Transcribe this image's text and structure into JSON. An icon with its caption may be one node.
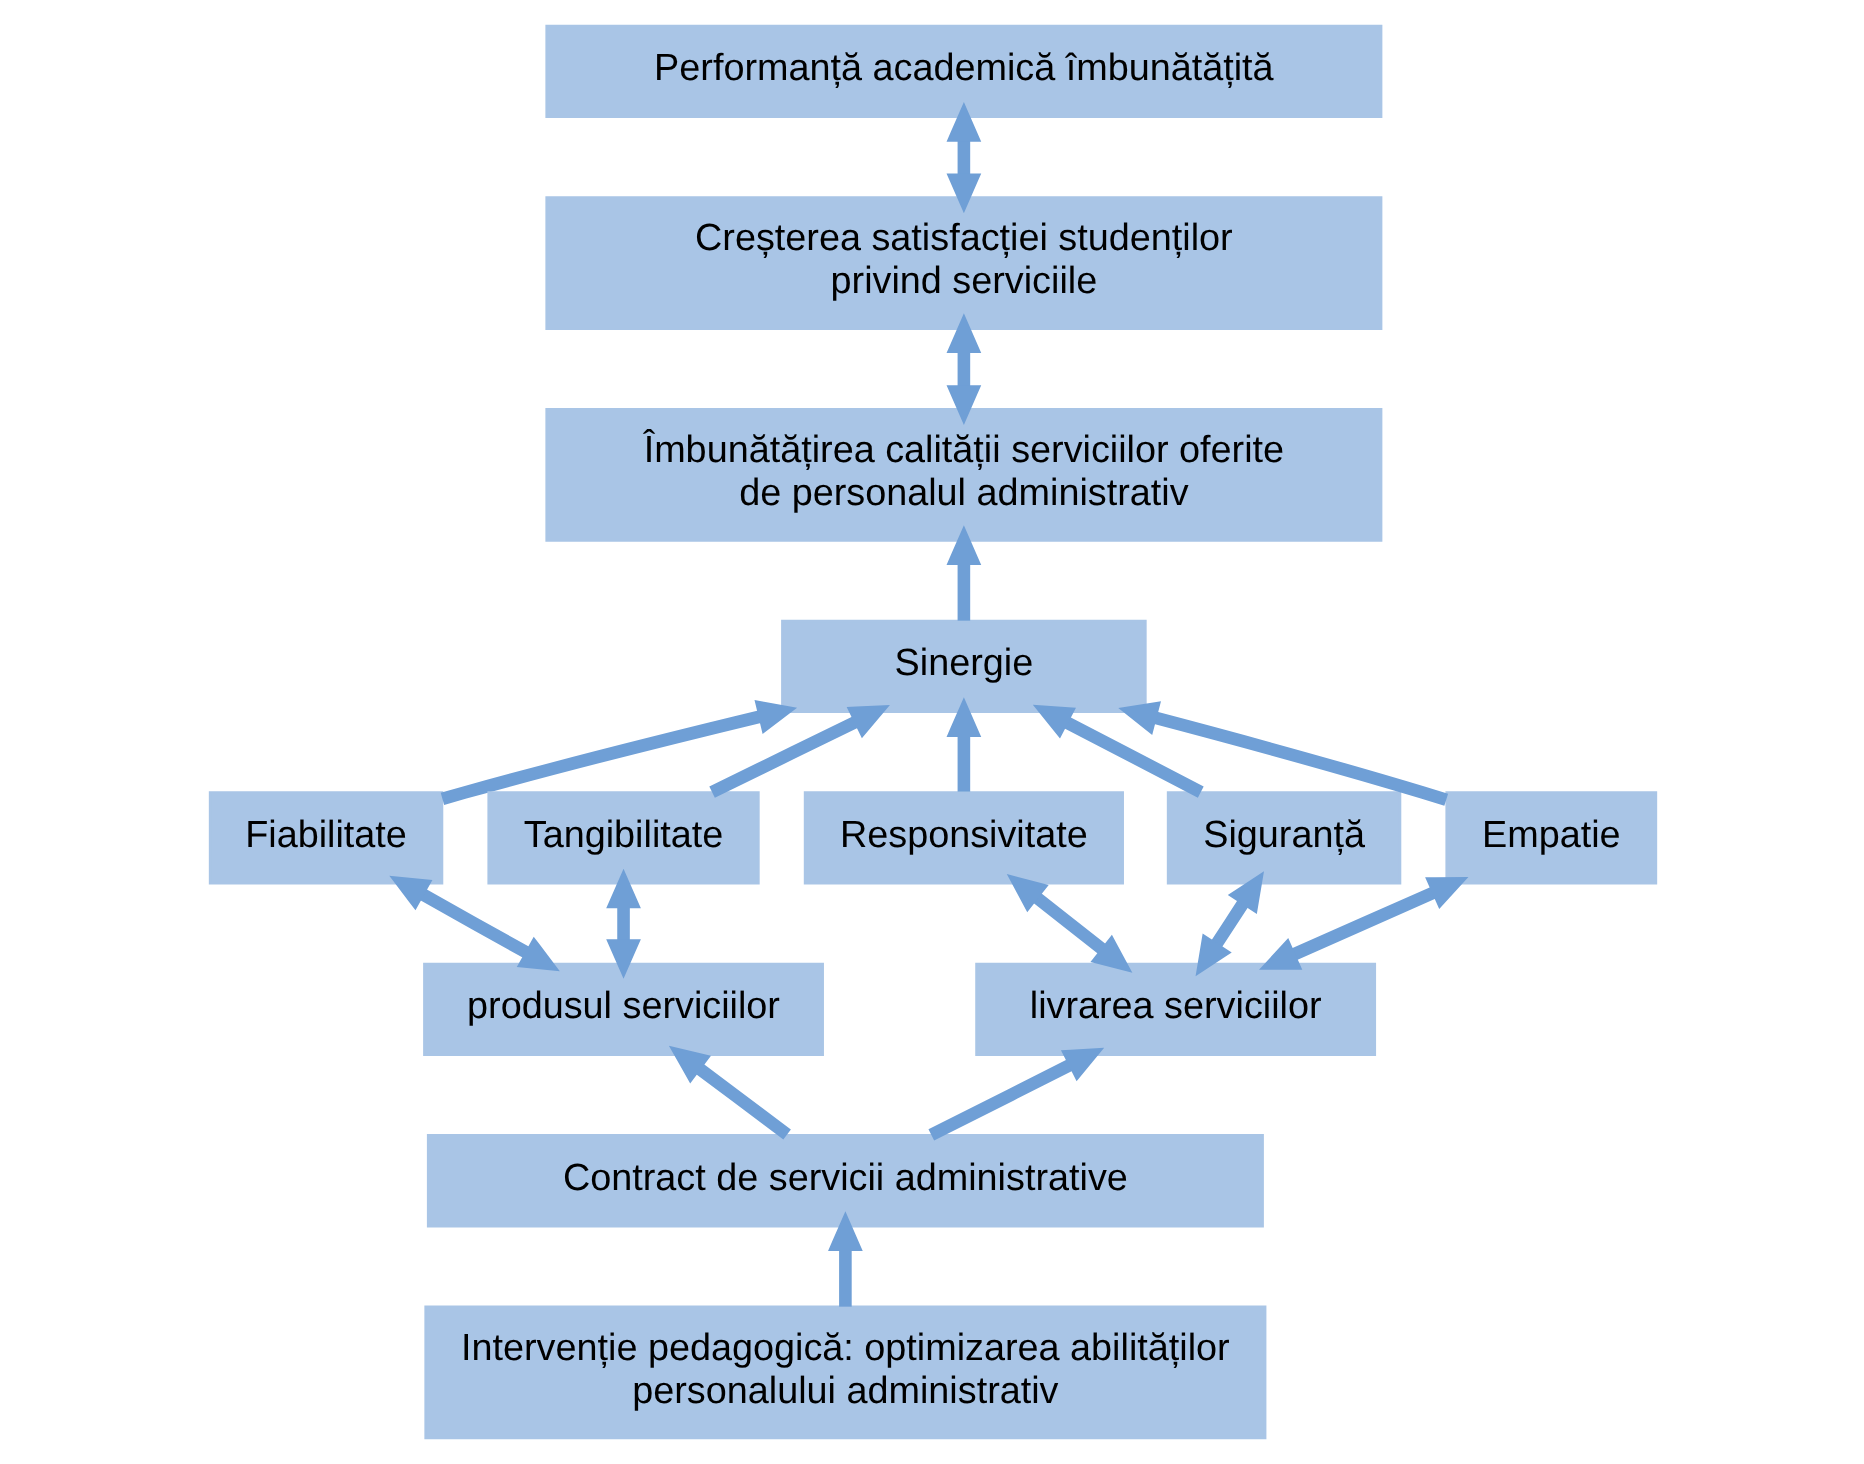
{
  "diagram": {
    "nodes": [
      {
        "text": [
          "Performanță academică îmbunătățită"
        ]
      },
      {
        "text": [
          "Creșterea satisfacției studenților privind serviciile"
        ]
      },
      {
        "text": [
          "Îmbunătățirea calității serviciilor oferite de personalul administrativ"
        ]
      },
      {
        "text": [
          "Sinergie"
        ]
      },
      {
        "text": [
          "Fiabilitate"
        ]
      },
      {
        "text": [
          "Tangibilitate"
        ]
      },
      {
        "text": [
          "Responsivitate"
        ]
      },
      {
        "text": [
          "Siguranță"
        ]
      },
      {
        "text": [
          "Empatie"
        ]
      },
      {
        "text": [
          "produsul serviciilor"
        ]
      },
      {
        "text": [
          "livrarea serviciilor"
        ]
      },
      {
        "text": [
          "Contract de servicii administrative"
        ]
      },
      {
        "text": [
          "Intervenție pedagogică: optimizarea abilităților personalului administrativ"
        ]
      }
    ],
    "edges": [
      {
        "from": 1,
        "to": 0,
        "arrow": "both"
      },
      {
        "from": 2,
        "to": 1,
        "arrow": "both"
      },
      {
        "from": 3,
        "to": 2,
        "arrow": "to"
      },
      {
        "from": 4,
        "to": 3,
        "arrow": "to"
      },
      {
        "from": 5,
        "to": 3,
        "arrow": "to"
      },
      {
        "from": 6,
        "to": 3,
        "arrow": "to"
      },
      {
        "from": 7,
        "to": 3,
        "arrow": "to"
      },
      {
        "from": 8,
        "to": 3,
        "arrow": "to"
      },
      {
        "from": 9,
        "to": 4,
        "arrow": "both"
      },
      {
        "from": 9,
        "to": 5,
        "arrow": "both"
      },
      {
        "from": 10,
        "to": 6,
        "arrow": "both"
      },
      {
        "from": 10,
        "to": 7,
        "arrow": "both"
      },
      {
        "from": 10,
        "to": 8,
        "arrow": "both"
      },
      {
        "from": 11,
        "to": 9,
        "arrow": "to"
      },
      {
        "from": 11,
        "to": 10,
        "arrow": "to"
      },
      {
        "from": 12,
        "to": 11,
        "arrow": "to"
      }
    ]
  }
}
